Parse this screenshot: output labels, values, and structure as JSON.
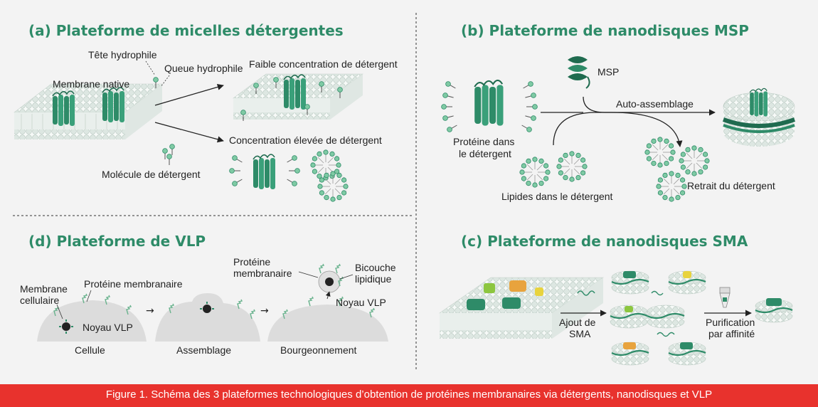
{
  "colors": {
    "accent": "#2e8b68",
    "caption_bg": "#e8322d",
    "membrane_head": "#e6ede9",
    "protein": "#2e8b68",
    "cell": "#dcdcdc"
  },
  "panel_a": {
    "title": "(a) Plateforme de micelles détergentes",
    "head_label": "Tête hydrophile",
    "tail_label": "Queue hydrophile",
    "membrane_label": "Membrane native",
    "low_label": "Faible concentration de détergent",
    "high_label": "Concentration élevée de détergent",
    "molecule_label": "Molécule de détergent"
  },
  "panel_b": {
    "title": "(b) Plateforme de nanodisques MSP",
    "msp_label": "MSP",
    "protein_label_1": "Protéine dans",
    "protein_label_2": "le détergent",
    "self_assembly": "Auto-assemblage",
    "lipids_label": "Lipides dans le détergent",
    "removal_label": "Retrait du détergent"
  },
  "panel_d": {
    "title": "(d) Plateforme de VLP",
    "membrane_1": "Membrane",
    "membrane_2": "cellulaire",
    "protein_label": "Protéine membranaire",
    "core_label": "Noyau VLP",
    "protein_2a": "Protéine",
    "protein_2b": "membranaire",
    "bilayer_1": "Bicouche",
    "bilayer_2": "lipidique",
    "core_label_2": "Noyau VLP",
    "stage_1": "Cellule",
    "stage_2": "Assemblage",
    "stage_3": "Bourgeonnement"
  },
  "panel_c": {
    "title": "(c) Plateforme de nanodisques SMA",
    "add_1": "Ajout de",
    "add_2": "SMA",
    "pur_1": "Purification",
    "pur_2": "par affinité"
  },
  "caption": "Figure 1. Schéma des 3 plateformes technologiques d’obtention de protéines membranaires via détergents, nanodisques et VLP"
}
